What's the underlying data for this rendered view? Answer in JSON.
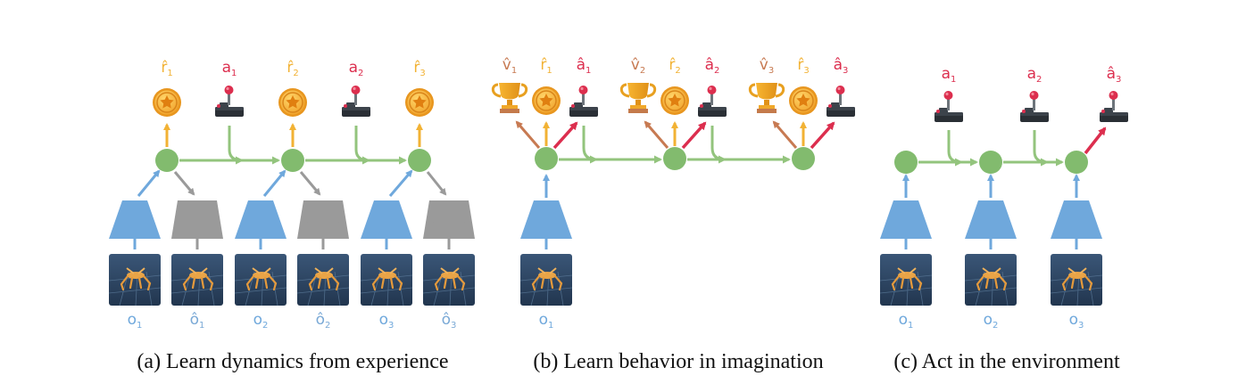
{
  "colors": {
    "blue": "#6fa8dc",
    "gray": "#9a9a9a",
    "green": "#93c47d",
    "green_node": "#82bb6e",
    "orange": "#f2b234",
    "red": "#dc2e4e",
    "brown": "#c77a52",
    "frame_bg": "#2d4460"
  },
  "panels": [
    {
      "caption": "(a) Learn dynamics from experience",
      "observation_labels": [
        {
          "base": "o",
          "sub": "1"
        },
        {
          "base": "ô",
          "sub": "1"
        },
        {
          "base": "o",
          "sub": "2"
        },
        {
          "base": "ô",
          "sub": "2"
        },
        {
          "base": "o",
          "sub": "3"
        },
        {
          "base": "ô",
          "sub": "3"
        }
      ],
      "reward_labels": [
        {
          "base": "r̂",
          "sub": "1"
        },
        {
          "base": "r̂",
          "sub": "2"
        },
        {
          "base": "r̂",
          "sub": "3"
        }
      ],
      "action_labels": [
        {
          "base": "a",
          "sub": "1"
        },
        {
          "base": "a",
          "sub": "2"
        }
      ]
    },
    {
      "caption": "(b) Learn behavior in imagination",
      "observation_labels": [
        {
          "base": "o",
          "sub": "1"
        }
      ],
      "value_labels": [
        {
          "base": "v̂",
          "sub": "1"
        },
        {
          "base": "v̂",
          "sub": "2"
        },
        {
          "base": "v̂",
          "sub": "3"
        }
      ],
      "reward_labels": [
        {
          "base": "r̂",
          "sub": "1"
        },
        {
          "base": "r̂",
          "sub": "2"
        },
        {
          "base": "r̂",
          "sub": "3"
        }
      ],
      "action_labels": [
        {
          "base": "â",
          "sub": "1"
        },
        {
          "base": "â",
          "sub": "2"
        },
        {
          "base": "â",
          "sub": "3"
        }
      ]
    },
    {
      "caption": "(c) Act in the environment",
      "observation_labels": [
        {
          "base": "o",
          "sub": "1"
        },
        {
          "base": "o",
          "sub": "2"
        },
        {
          "base": "o",
          "sub": "3"
        }
      ],
      "action_labels": [
        {
          "base": "a",
          "sub": "1"
        },
        {
          "base": "a",
          "sub": "2"
        },
        {
          "base": "â",
          "sub": "3"
        }
      ]
    }
  ],
  "icons": {
    "reward": "reward-coin-star-icon",
    "value": "trophy-icon",
    "action": "joystick-icon",
    "frame": "robot-observation-frame"
  }
}
